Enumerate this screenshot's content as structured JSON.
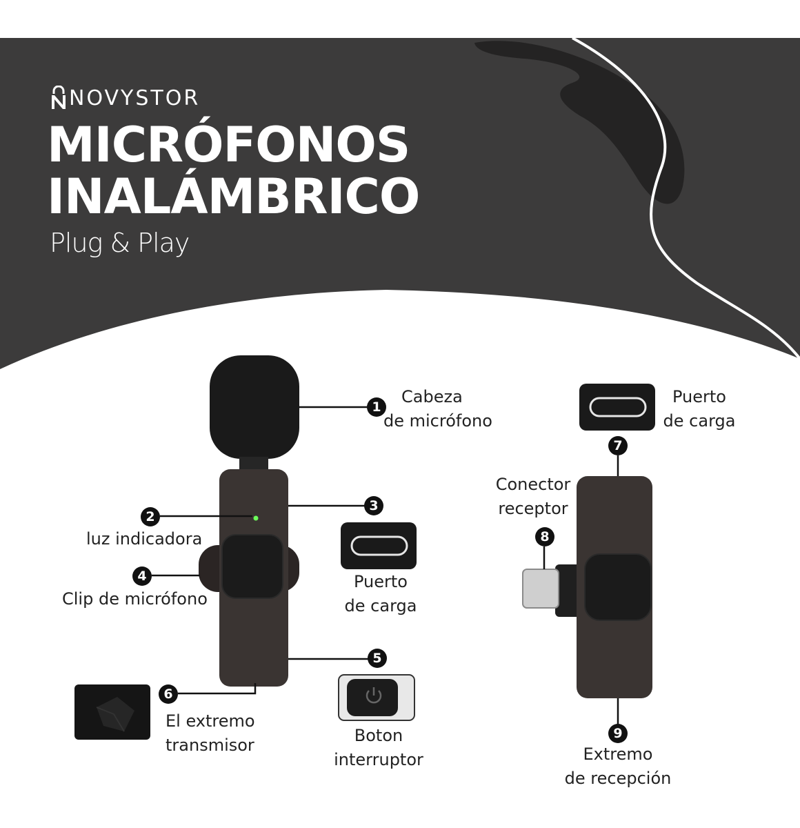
{
  "brand": {
    "name": "NOVYSTOR",
    "logo_icon": "lock-n-icon"
  },
  "title": {
    "line1": "MICRÓFONOS",
    "line2": "INALÁMBRICO",
    "subtitle": "Plug & Play"
  },
  "colors": {
    "header_bg": "#3c3b3b",
    "accent_white": "#ffffff",
    "device_body": "#3a3432",
    "badge": "#111111",
    "text": "#222222"
  },
  "callouts": [
    {
      "num": "1",
      "line1": "Cabeza",
      "line2": "de micrófono"
    },
    {
      "num": "2",
      "line1": "luz indicadora"
    },
    {
      "num": "3",
      "line1": "Puerto",
      "line2": "de carga"
    },
    {
      "num": "4",
      "line1": "Clip de micrófono"
    },
    {
      "num": "5",
      "line1": "Boton",
      "line2": "interruptor"
    },
    {
      "num": "6",
      "line1": "El extremo",
      "line2": "transmisor"
    },
    {
      "num": "7",
      "line1": "Puerto",
      "line2": "de carga"
    },
    {
      "num": "8",
      "line1": "Conector",
      "line2": "receptor"
    },
    {
      "num": "9",
      "line1": "Extremo",
      "line2": "de recepción"
    }
  ],
  "icons": {
    "usb_c_port": "usb-c-port-icon",
    "power_button": "power-button-icon",
    "usb_c_plug": "usb-c-plug-icon"
  }
}
